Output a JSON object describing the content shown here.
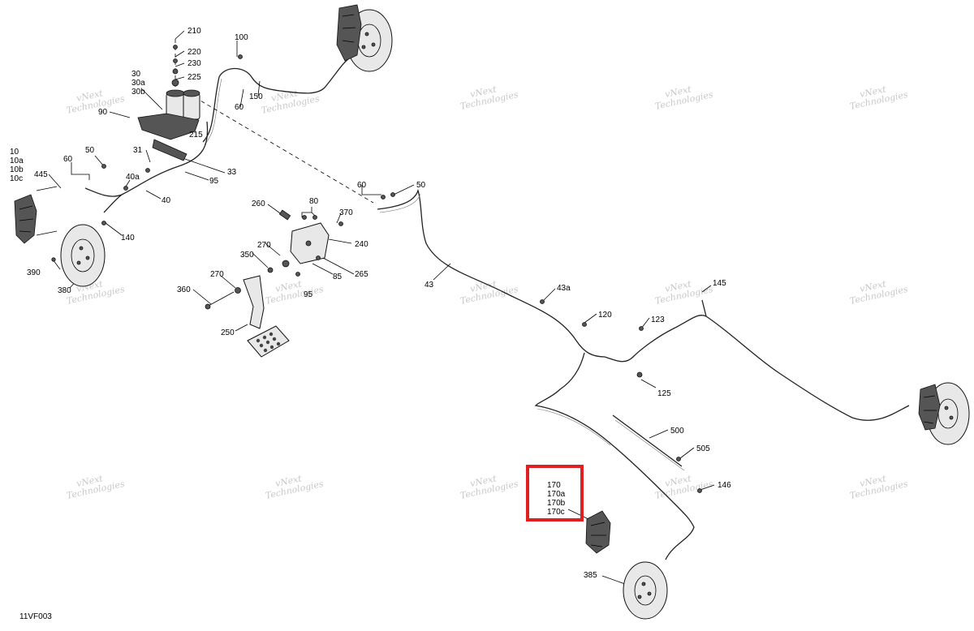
{
  "diagram_id": "11VF003",
  "watermark": {
    "line1": "vNext",
    "line2": "Technologies"
  },
  "labels": {
    "l210": "210",
    "l220": "220",
    "l230": "230",
    "l225": "225",
    "l30": "30",
    "l30a": "30a",
    "l30b": "30b",
    "l90": "90",
    "l215": "215",
    "l31": "31",
    "l33": "33",
    "l95": "95",
    "l100": "100",
    "l60a": "60",
    "l150": "150",
    "l10": "10",
    "l10a": "10a",
    "l10b": "10b",
    "l10c": "10c",
    "l445": "445",
    "l60b": "60",
    "l50a": "50",
    "l40a": "40a",
    "l40": "40",
    "l140": "140",
    "l390": "390",
    "l380": "380",
    "l260": "260",
    "l80": "80",
    "l370": "370",
    "l240": "240",
    "l270a": "270",
    "l350": "350",
    "l265": "265",
    "l85": "85",
    "l270b": "270",
    "l360": "360",
    "l95b": "95",
    "l250": "250",
    "l60c": "60",
    "l50b": "50",
    "l43": "43",
    "l43a": "43a",
    "l120": "120",
    "l123": "123",
    "l145": "145",
    "l125": "125",
    "l500": "500",
    "l505": "505",
    "l146": "146",
    "l385": "385"
  },
  "highlight_box": {
    "items": [
      "170",
      "170a",
      "170b",
      "170c"
    ],
    "color": "#e02020"
  }
}
